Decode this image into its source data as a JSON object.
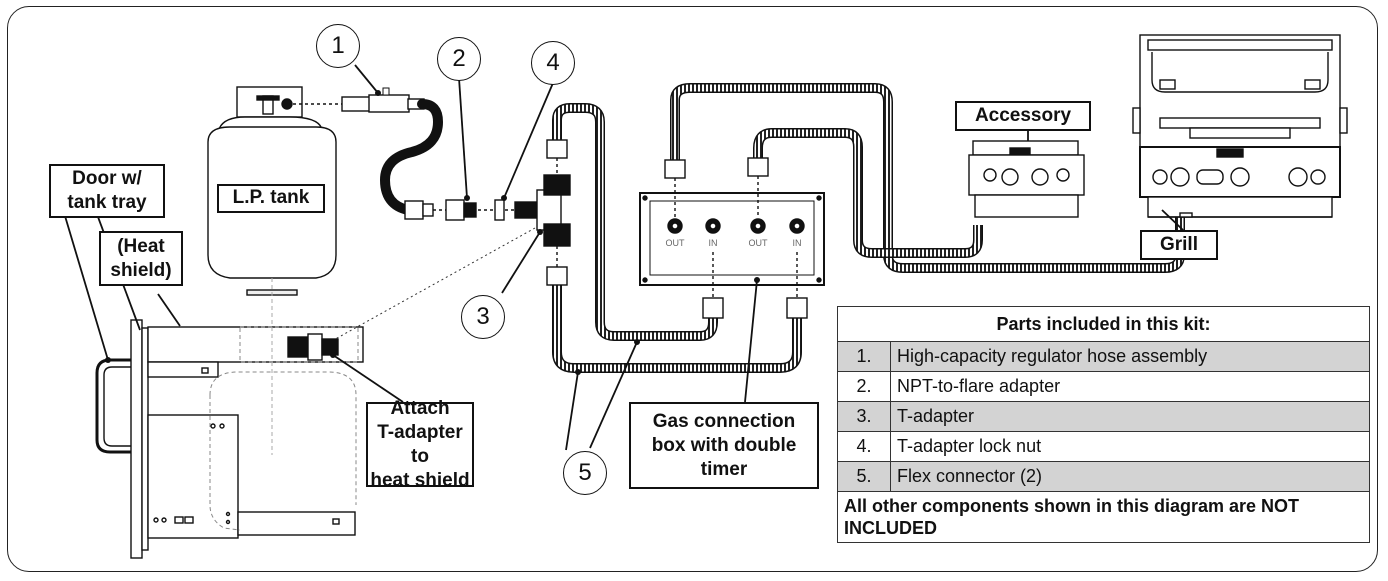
{
  "labels": {
    "lp_tank": "L.P. tank",
    "door": "Door w/\ntank tray",
    "heat_shield": "(Heat\nshield)",
    "attach": "Attach\nT-adapter to\nheat shield",
    "gas_box": "Gas connection\nbox with double\ntimer",
    "accessory": "Accessory",
    "grill": "Grill"
  },
  "callouts": [
    "1",
    "2",
    "3",
    "4",
    "5"
  ],
  "ports": [
    "OUT",
    "IN",
    "OUT",
    "IN"
  ],
  "parts_table": {
    "header": "Parts included in this kit:",
    "rows": [
      {
        "num": "1.",
        "name": "High-capacity regulator hose assembly"
      },
      {
        "num": "2.",
        "name": "NPT-to-flare adapter"
      },
      {
        "num": "3.",
        "name": "T-adapter"
      },
      {
        "num": "4.",
        "name": "T-adapter lock nut"
      },
      {
        "num": "5.",
        "name": "Flex connector (2)"
      }
    ],
    "footer": "All other components shown in this diagram are NOT INCLUDED"
  },
  "colors": {
    "line": "#111111",
    "shade": "#d3d3d3"
  }
}
